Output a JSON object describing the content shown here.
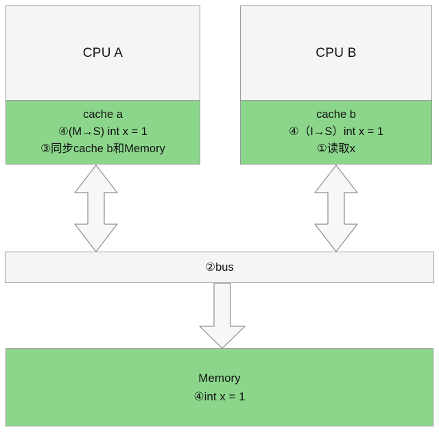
{
  "diagram": {
    "title": "MESI cache coherence diagram",
    "colors": {
      "cache_green": "#8cd68c",
      "cpu_gray": "#f5f5f5",
      "border_gray": "#9a9a9a",
      "arrow_fill": "#f7f7f7",
      "arrow_stroke": "#8d8d8d",
      "background": "#ffffff"
    }
  },
  "cpu_a": {
    "title": "CPU A",
    "cache": {
      "name": "cache a",
      "line2": "④(M→S) int x = 1",
      "line3": "③同步cache b和Memory"
    }
  },
  "cpu_b": {
    "title": "CPU B",
    "cache": {
      "name": "cache b",
      "line2": "④（I→S）int x = 1",
      "line3": "①读取x"
    }
  },
  "bus": {
    "label": "②bus"
  },
  "memory": {
    "title": "Memory",
    "line2": "④int x = 1"
  },
  "arrows": {
    "cache_a_to_bus": "bidirectional-arrow",
    "cache_b_to_bus": "bidirectional-arrow",
    "bus_to_memory": "down-arrow"
  }
}
